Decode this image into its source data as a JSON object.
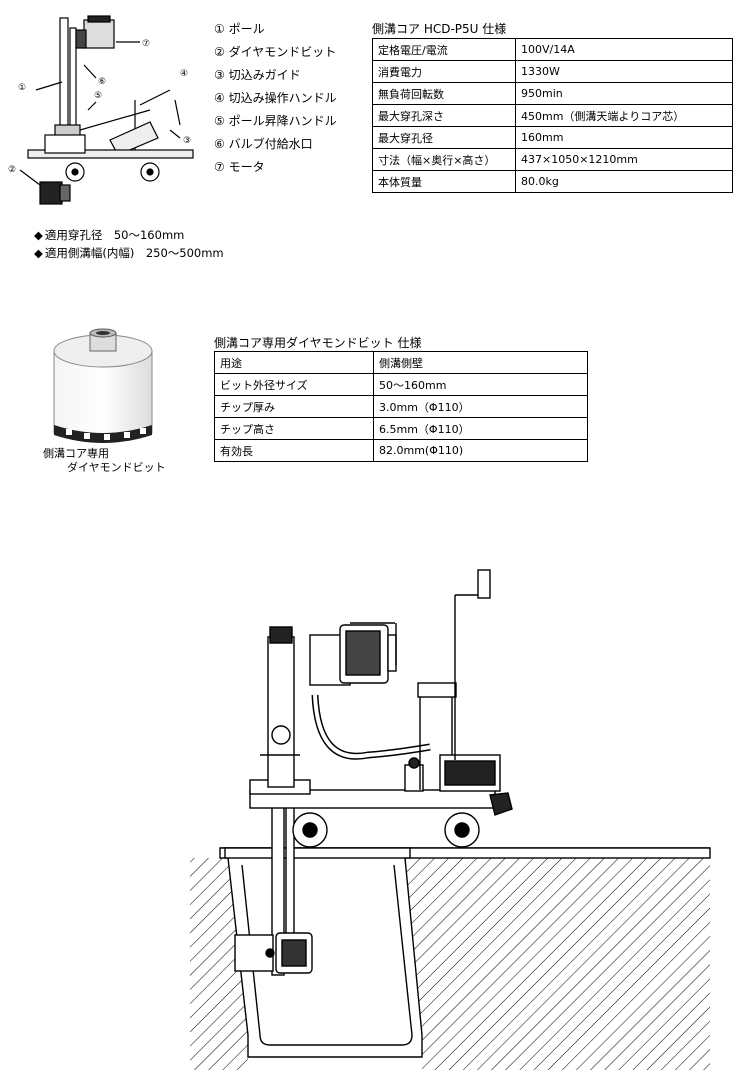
{
  "legend": [
    {
      "num": "①",
      "label": "ポール"
    },
    {
      "num": "②",
      "label": "ダイヤモンドビット"
    },
    {
      "num": "③",
      "label": "切込みガイド"
    },
    {
      "num": "④",
      "label": "切込み操作ハンドル"
    },
    {
      "num": "⑤",
      "label": "ポール昇降ハンドル"
    },
    {
      "num": "⑥",
      "label": "バルブ付給水口"
    },
    {
      "num": "⑦",
      "label": "モータ"
    }
  ],
  "sketch_callouts": [
    "①",
    "②",
    "③",
    "④",
    "⑤",
    "⑥",
    "⑦"
  ],
  "spec1": {
    "title": "側溝コア HCD-P5U 仕様",
    "rows": [
      [
        "定格電圧/電流",
        "100V/14A"
      ],
      [
        "消費電力",
        "1330W"
      ],
      [
        "無負荷回転数",
        "950min"
      ],
      [
        "最大穿孔深さ",
        "450mm（側溝天端よりコア芯）"
      ],
      [
        "最大穿孔径",
        "160mm"
      ],
      [
        "寸法（幅×奥行×高さ）",
        "437×1050×1210mm"
      ],
      [
        "本体質量",
        "80.0kg"
      ]
    ]
  },
  "notes": [
    "適用穿孔径　50～160mm",
    "適用側溝幅(内幅)　250～500mm"
  ],
  "bit": {
    "caption_line1": "側溝コア専用",
    "caption_line2": "ダイヤモンドビット"
  },
  "spec2": {
    "title": "側溝コア専用ダイヤモンドビット 仕様",
    "rows": [
      [
        "用途",
        "側溝側壁"
      ],
      [
        "ビット外径サイズ",
        "50～160mm"
      ],
      [
        "チップ厚み",
        "3.0mm（Φ110）"
      ],
      [
        "チップ高さ",
        "6.5mm（Φ110）"
      ],
      [
        "有効長",
        "82.0mm(Φ110)"
      ]
    ]
  }
}
